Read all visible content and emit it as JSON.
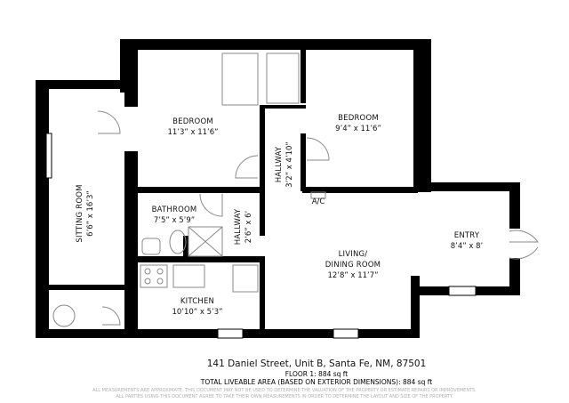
{
  "rooms": [
    {
      "name": "BEDROOM",
      "dims": "11’3” x 11’6”"
    },
    {
      "name": "BEDROOM",
      "dims": "9’4” x 11’6”"
    },
    {
      "name": "SITTING ROOM",
      "dims": "6’6” x 16’3”"
    },
    {
      "name": "BATHROOM",
      "dims": "7’5” x 5’9”"
    },
    {
      "name": "HALLWAY",
      "dims": "2’6” x 6’"
    },
    {
      "name": "HALLWAY",
      "dims": "3’2” x 4’10”"
    },
    {
      "name": "LIVING/",
      "name2": "DINING ROOM",
      "dims": "12’8” x 11’7”"
    },
    {
      "name": "KITCHEN",
      "dims": "10’10” x 5’3”"
    },
    {
      "name": "ENTRY",
      "dims": "8’4” x 8’"
    }
  ],
  "ac_label": "A/C",
  "footer": {
    "address": "141 Daniel Street, Unit B, Santa Fe, NM, 87501",
    "floor": "FLOOR 1: 884 sq ft",
    "total": "TOTAL LIVEABLE AREA (BASED ON EXTERIOR DIMENSIONS): 884 sq ft",
    "disclaimer1": "ALL MEASUREMENTS ARE APPROXIMATE. THIS DOCUMENT MAY NOT BE USED TO DETERMINE THE VALUATION OF THE PROPERTY OR ESTIMATE REPAIRS OR IMPROVEMENTS.",
    "disclaimer2": "ALL PARTIES USING THIS DOCUMENT AGREE TO TAKE THEIR OWN MEASUREMENTS IN ORDER TO DETERMINE THE LAYOUT AND SIZE OF THE PROPERTY."
  },
  "colors": {
    "wall": "#000000",
    "fixture": "#888888",
    "disclaimer": "#b0b0b0"
  }
}
